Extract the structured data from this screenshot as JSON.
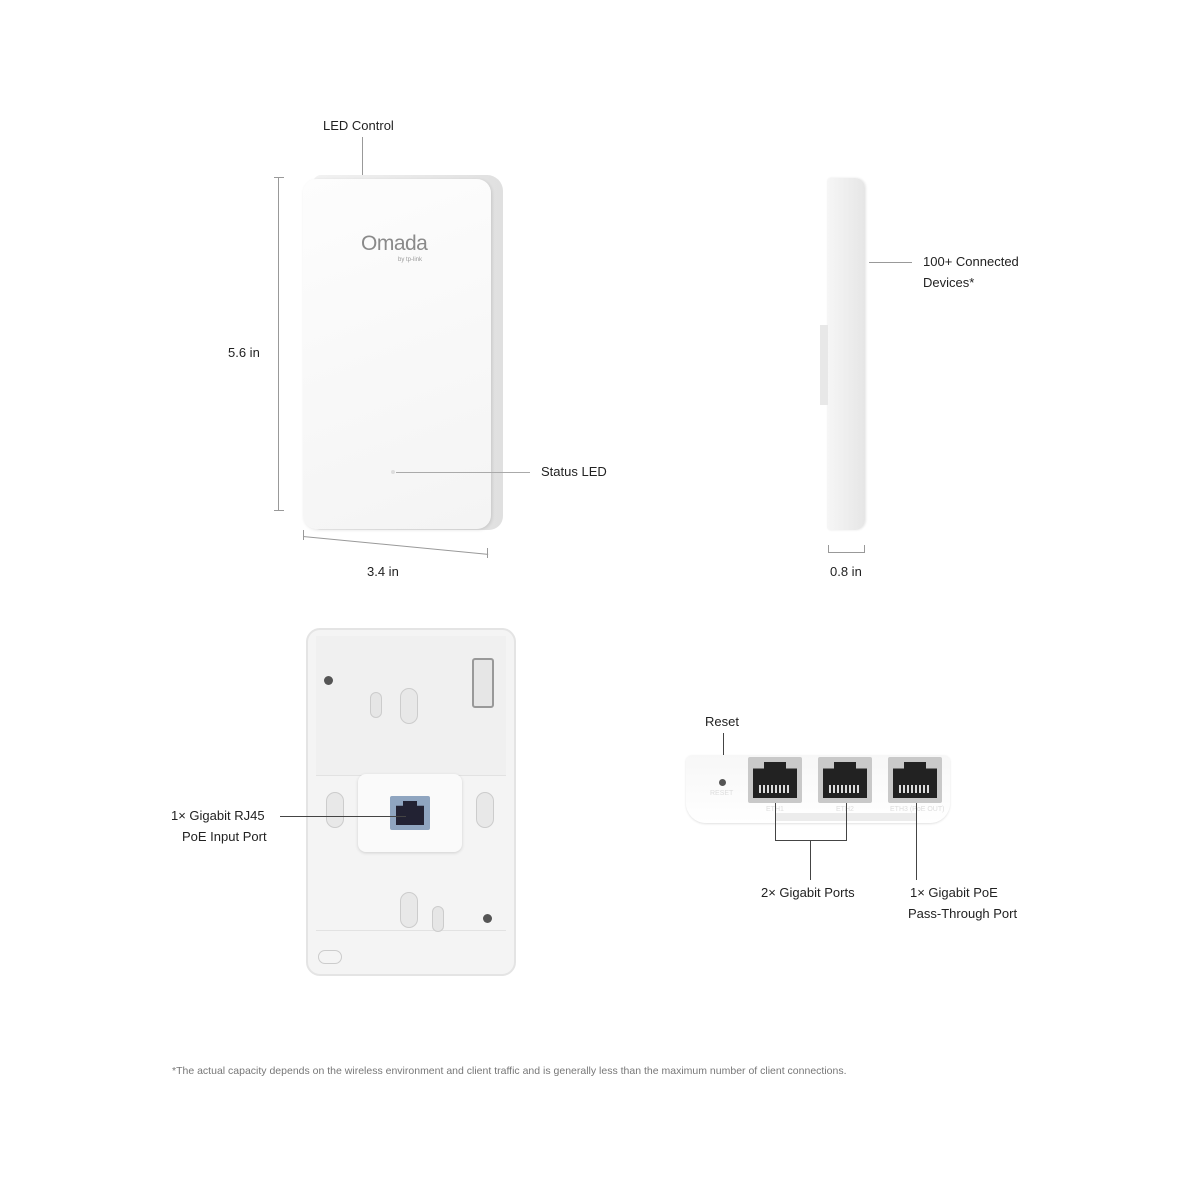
{
  "labels": {
    "led_control": "LED Control",
    "height": "5.6 in",
    "width": "3.4 in",
    "depth": "0.8 in",
    "status_led": "Status LED",
    "connected_line1": "100+ Connected",
    "connected_line2": "Devices*",
    "rj45_line1": "1× Gigabit RJ45",
    "rj45_line2": "PoE Input Port",
    "reset": "Reset",
    "gigabit_ports": "2× Gigabit Ports",
    "passthrough_line1": "1× Gigabit PoE",
    "passthrough_line2": "Pass-Through Port"
  },
  "device": {
    "brand": "Omada",
    "sub_brand": "by tp-link",
    "reset_print": "RESET",
    "port_prints": [
      "ETH1",
      "ETH2",
      "ETH3 (PoE OUT)"
    ]
  },
  "footnote": "*The actual capacity depends on the wireless environment and client traffic and is generally less than the maximum number of client connections."
}
